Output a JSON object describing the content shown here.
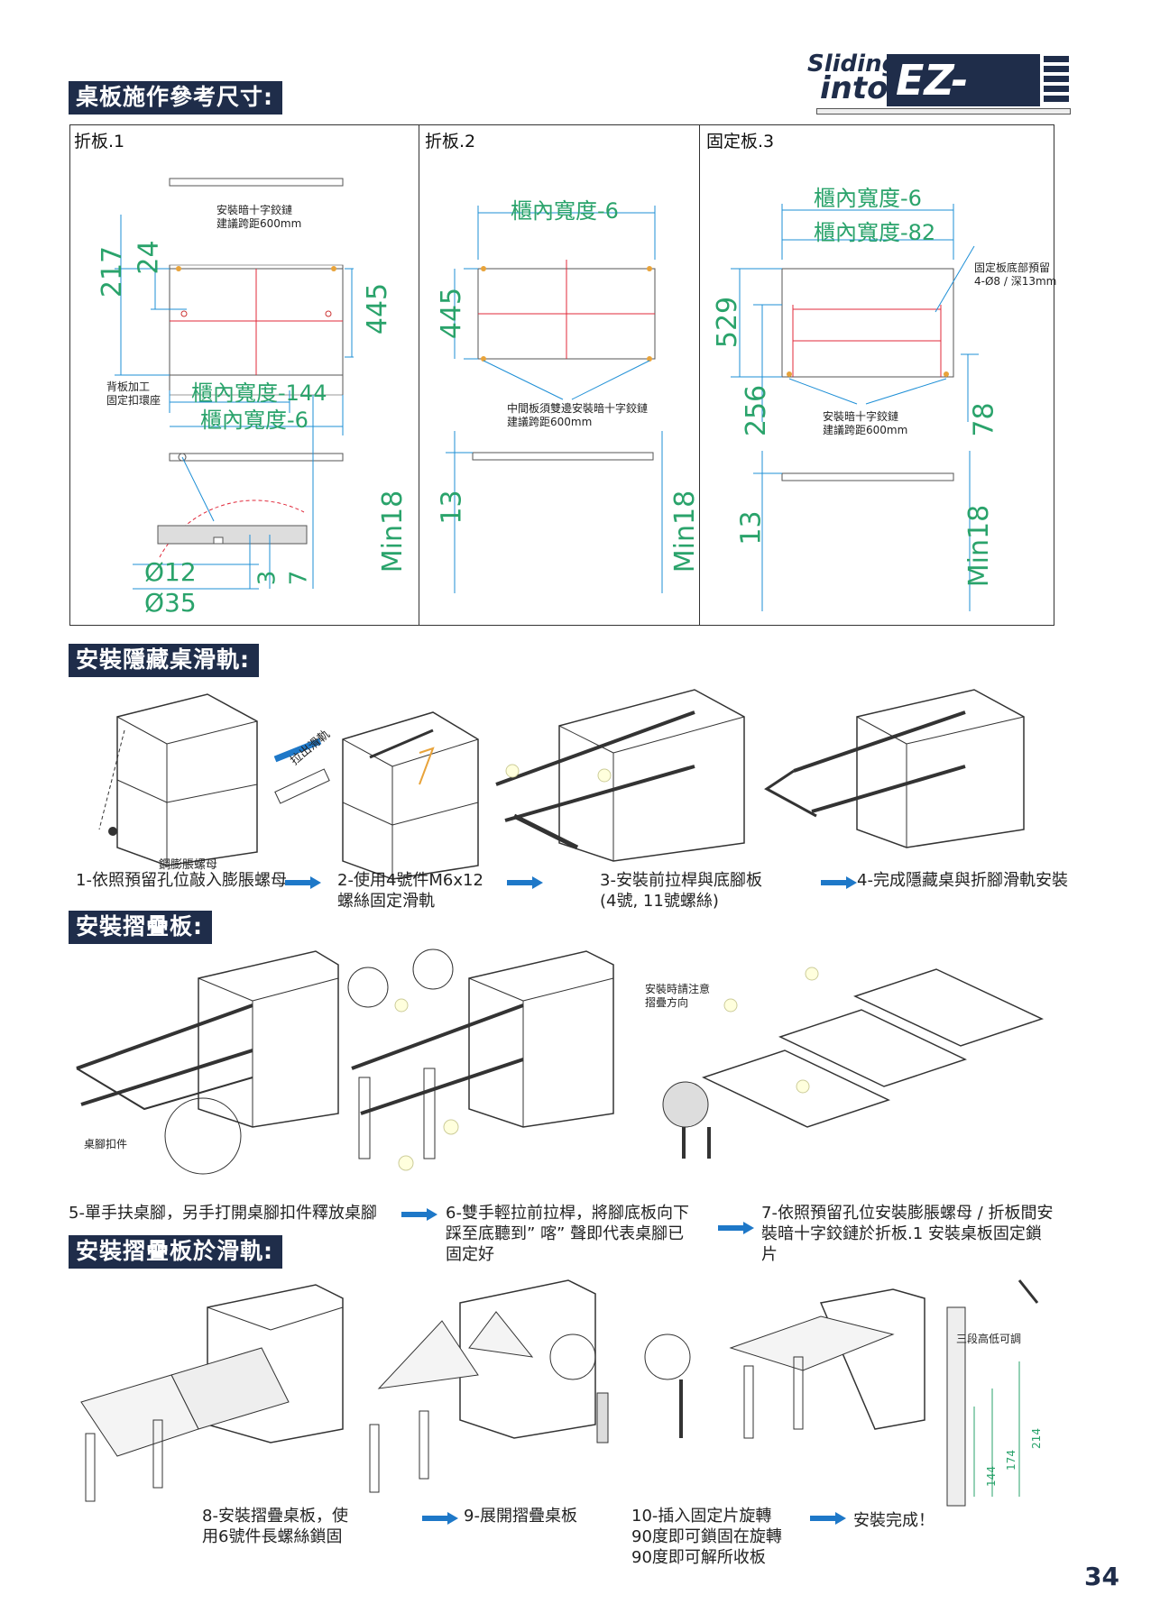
{
  "logo": {
    "line1": "Sliding",
    "line2": "into",
    "brand": "EZ-Pro"
  },
  "sections": {
    "board": "桌板施作參考尺寸:",
    "rail": "安裝隱藏桌滑軌:",
    "fold": "安裝摺疊板:",
    "fold_rail": "安裝摺疊板於滑軌:"
  },
  "panels": {
    "p1": {
      "label": "折板.1",
      "note_hinge": [
        "安裝暗十字鉸鏈",
        "建議跨距600mm"
      ],
      "note_back": [
        "背板加工",
        "固定扣環座"
      ],
      "dim_217": "217",
      "dim_24": "24",
      "dim_445": "445",
      "width_a": "櫃內寬度-144",
      "width_b": "櫃內寬度-6",
      "min18": "Min18",
      "d12": "Ø12",
      "d35": "Ø35",
      "d3": "3",
      "d7": "7"
    },
    "p2": {
      "label": "折板.2",
      "width": "櫃內寬度-6",
      "dim_445": "445",
      "note_mid": [
        "中間板須雙邊安裝暗十字鉸鏈",
        "建議跨距600mm"
      ],
      "dim_13": "13",
      "min18": "Min18"
    },
    "p3": {
      "label": "固定板.3",
      "width_a": "櫃內寬度-6",
      "width_b": "櫃內寬度-82",
      "note_bottom": [
        "固定板底部預留",
        "4-Ø8 / 深13mm"
      ],
      "dim_529": "529",
      "dim_256": "256",
      "dim_78": "78",
      "note_hinge": [
        "安裝暗十字鉸鏈",
        "建議跨距600mm"
      ],
      "dim_13": "13",
      "min18": "Min18"
    }
  },
  "rail_steps": {
    "pull_label": "拉出滑軌",
    "nut_label": "鋼膨脹螺母",
    "s1": "1-依照預留孔位敲入膨脹螺母",
    "s2": [
      "2-使用4號件M6x12",
      "螺絲固定滑軌"
    ],
    "s3": [
      "3-安裝前拉桿與底腳板",
      "(4號, 11號螺絲)"
    ],
    "s4": "4-完成隱藏桌與折腳滑軌安裝"
  },
  "fold_steps": {
    "leg_clip": "桌腳扣件",
    "attention": [
      "安裝時請注意",
      "摺疊方向"
    ],
    "s5": "5-單手扶桌腳，另手打開桌腳扣件釋放桌腳",
    "s6": [
      "6-雙手輕拉前拉桿，將腳底板向下",
      "踩至底聽到” 喀” 聲即代表桌腳已",
      "固定好"
    ],
    "s7": [
      "7-依照預留孔位安裝膨脹螺母 / 折板間安",
      "裝暗十字鉸鏈於折板.1 安裝桌板固定鎖",
      "片"
    ]
  },
  "final_steps": {
    "height_label": "三段高低可調",
    "h144": "144",
    "h174": "174",
    "h214": "214",
    "s8": [
      "8-安裝摺疊桌板，使",
      "用6號件長螺絲鎖固"
    ],
    "s9": "9-展開摺疊桌板",
    "s10": [
      "10-插入固定片旋轉",
      "90度即可鎖固在旋轉",
      "90度即可解所收板"
    ],
    "done": "安裝完成！"
  },
  "page_number": "34",
  "colors": {
    "section_bg": "#1f2d4a",
    "dimension": "#2aa36b",
    "measure_line": "#1e8fd6",
    "center_line": "#e0283a",
    "arrow": "#1e78c8"
  }
}
